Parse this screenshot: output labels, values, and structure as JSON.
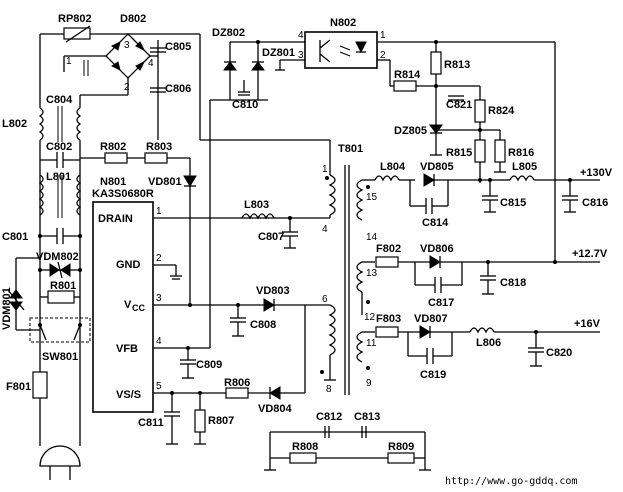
{
  "diagram": {
    "components": {
      "rp802": "RP802",
      "d802": "D802",
      "c805": "C805",
      "c806": "C806",
      "c804": "C804",
      "l802": "L802",
      "c802": "C802",
      "l801": "L801",
      "c801": "C801",
      "vdm802": "VDM802",
      "r801": "R801",
      "vdm801": "VDM801",
      "sw801": "SW801",
      "f801": "F801",
      "dz802": "DZ802",
      "dz801": "DZ801",
      "c810": "C810",
      "n802": "N802",
      "r813": "R813",
      "r814": "R814",
      "c821": "C821",
      "r824": "R824",
      "dz805": "DZ805",
      "r815": "R815",
      "r816": "R816",
      "t801": "T801",
      "r802": "R802",
      "r803": "R803",
      "n801": "N801",
      "ic_part": "KA3S0680R",
      "vd801": "VD801",
      "l803": "L803",
      "c807": "C807",
      "vd803": "VD803",
      "c808": "C808",
      "c809": "C809",
      "r806": "R806",
      "vd804": "VD804",
      "c811": "C811",
      "r807": "R807",
      "l804": "L804",
      "vd805": "VD805",
      "l805": "L805",
      "c814": "C814",
      "c815": "C815",
      "c816": "C816",
      "f802": "F802",
      "vd806": "VD806",
      "c817": "C817",
      "c818": "C818",
      "f803": "F803",
      "vd807": "VD807",
      "l806": "L806",
      "c819": "C819",
      "c820": "C820",
      "c812": "C812",
      "c813": "C813",
      "r808": "R808",
      "r809": "R809"
    },
    "ic_pins": {
      "drain": "DRAIN",
      "gnd": "GND",
      "vcc_main": "V",
      "vcc_sub": "CC",
      "vfb": "VFB",
      "vss": "VS/S"
    },
    "pin_numbers": {
      "n802_4": "4",
      "n802_3": "3",
      "n802_1": "1",
      "n802_2": "2",
      "ic_1": "1",
      "ic_2": "2",
      "ic_3": "3",
      "ic_4": "4",
      "ic_5": "5",
      "d802_1": "1",
      "d802_2": "2",
      "d802_3": "3",
      "d802_4": "4",
      "t_1": "1",
      "t_4": "4",
      "t_6": "6",
      "t_8": "8",
      "t_15": "15",
      "t_14": "14",
      "t_13": "13",
      "t_12": "12",
      "t_11": "11",
      "t_9": "9"
    },
    "outputs": {
      "v130": "+130V",
      "v12_7": "+12.7V",
      "v16": "+16V"
    },
    "source_url": "http://www.go-gddq.com"
  }
}
